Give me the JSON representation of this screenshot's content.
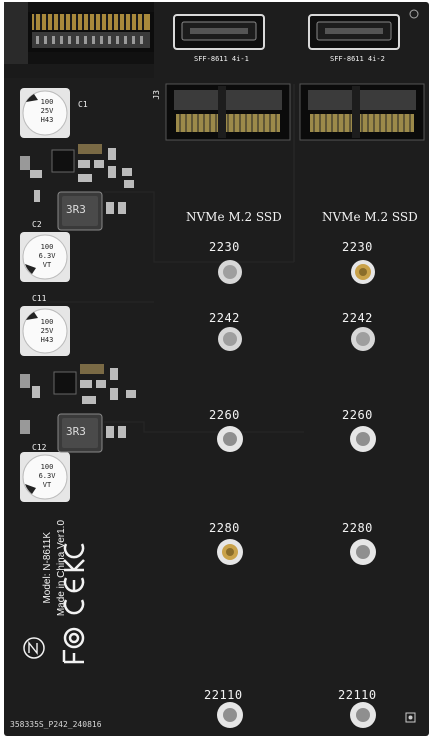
{
  "connectors": {
    "sff_left": "SFF-8611 4i-1",
    "sff_right": "SFF-8611 4i-2",
    "j3": "J3"
  },
  "ssd_columns": [
    {
      "title": "NVMe M.2 SSD",
      "slots": [
        "2230",
        "2242",
        "2260",
        "2280",
        "22110"
      ]
    },
    {
      "title": "NVMe M.2 SSD",
      "slots": [
        "2230",
        "2242",
        "2260",
        "2280",
        "22110"
      ]
    }
  ],
  "capacitors": {
    "c1": {
      "label": "C1",
      "lines": [
        "100",
        "25V",
        "H43"
      ]
    },
    "c2": {
      "label": "C2",
      "lines": [
        "100",
        "6.3V",
        "VT"
      ]
    },
    "c11": {
      "label": "C11",
      "lines": [
        "100",
        "25V",
        "H43"
      ]
    },
    "c12": {
      "label": "C12",
      "lines": [
        "100",
        "6.3V",
        "VT"
      ]
    }
  },
  "inductors": [
    "3R3",
    "3R3"
  ],
  "board_info": {
    "model": "Model: N-8611K",
    "made_in": "Made in China Ver1.0"
  },
  "footer_code": "358335S_P242_240816",
  "colors": {
    "board": "#1d1d1d",
    "silkscreen": "#f2f2f2",
    "gold": "#c9a24a"
  }
}
